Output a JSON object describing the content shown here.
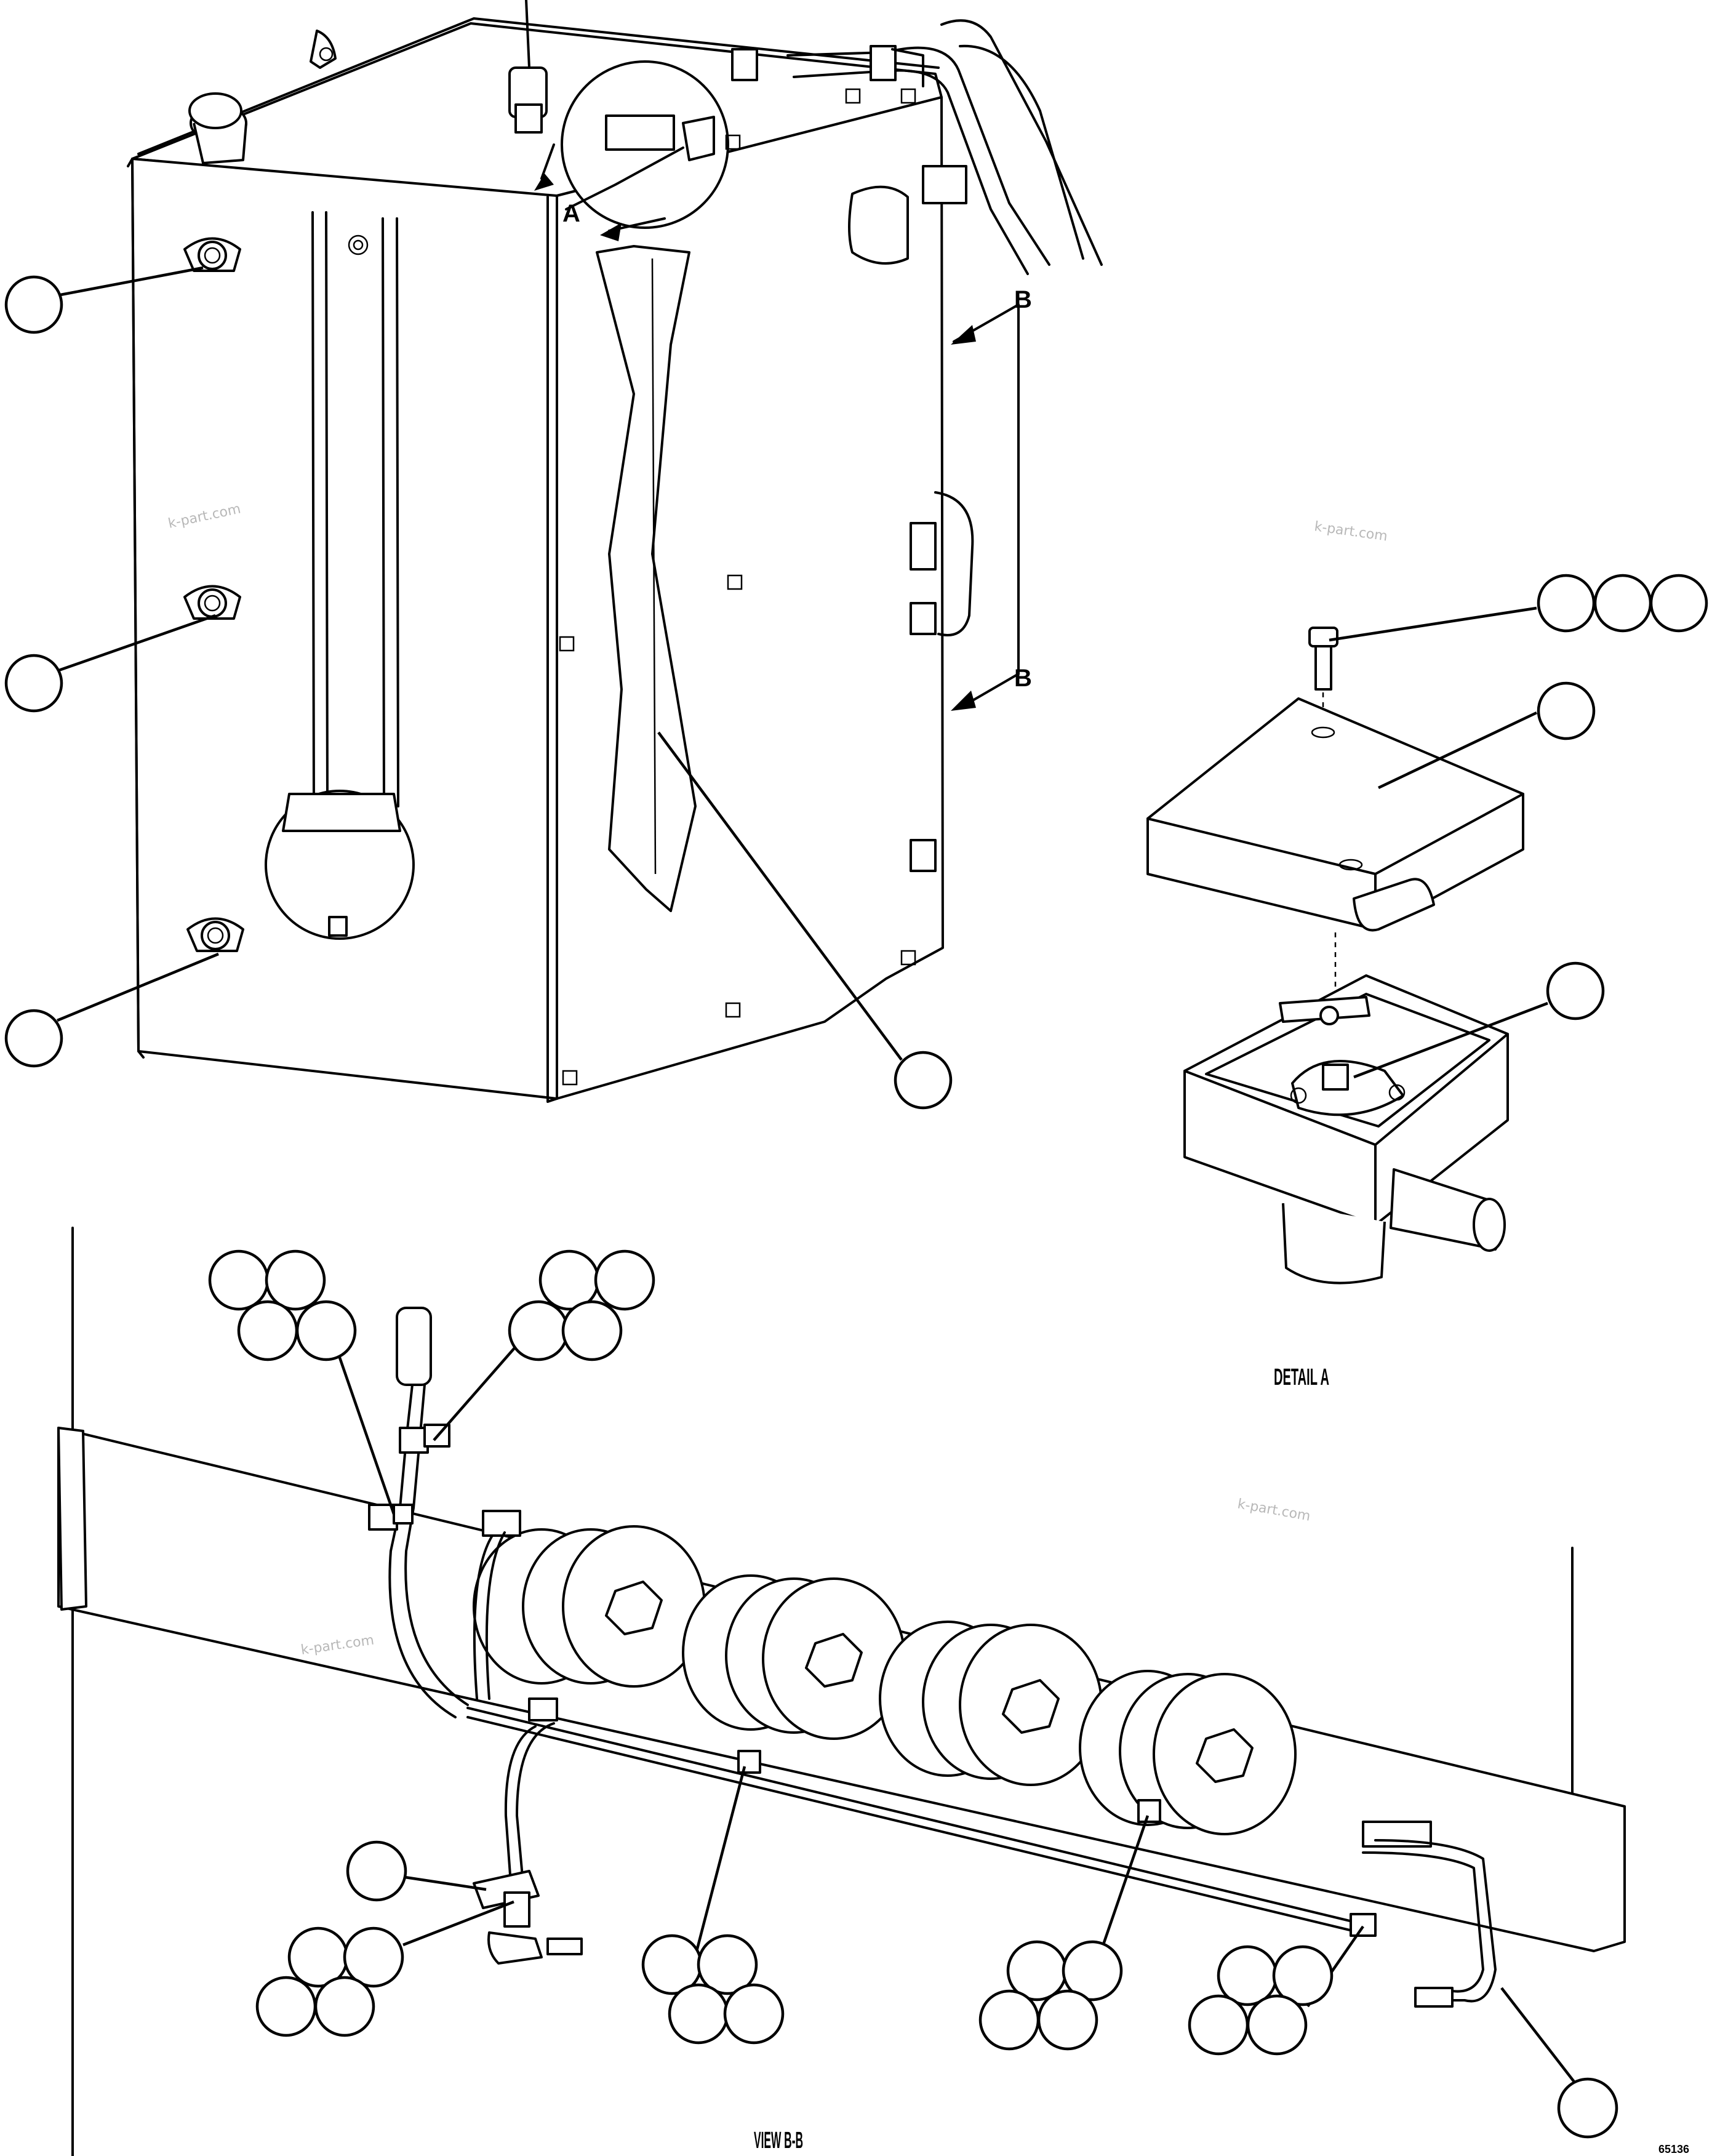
{
  "labels": {
    "detail_a_marker": "A",
    "view_b_marker_top": "B",
    "view_b_marker_bottom": "B",
    "detail_a_title": "DETAIL A",
    "view_bb_title": "VIEW B-B",
    "drawing_number": "65136"
  },
  "watermarks": [
    "k-part.com",
    "k-part.com",
    "k-part.com",
    "k-part.com"
  ],
  "callout_groups": [
    {
      "name": "tank-callout-top",
      "count": 1
    },
    {
      "name": "tank-callout-middle",
      "count": 1
    },
    {
      "name": "tank-callout-bottom",
      "count": 1
    },
    {
      "name": "tank-callout-sight-gauge",
      "count": 1
    },
    {
      "name": "detail-a-callout-bolt",
      "count": 3
    },
    {
      "name": "detail-a-callout-cover",
      "count": 1
    },
    {
      "name": "detail-a-callout-switch",
      "count": 1
    },
    {
      "name": "view-bb-callout-upper-left",
      "count": 4
    },
    {
      "name": "view-bb-callout-upper-right",
      "count": 4
    },
    {
      "name": "view-bb-callout-lower-single",
      "count": 1
    },
    {
      "name": "view-bb-callout-lower-left",
      "count": 4
    },
    {
      "name": "view-bb-callout-lower-center",
      "count": 4
    },
    {
      "name": "view-bb-callout-lower-right-a",
      "count": 4
    },
    {
      "name": "view-bb-callout-lower-right-b",
      "count": 4
    },
    {
      "name": "view-bb-callout-harness-end",
      "count": 1
    }
  ]
}
